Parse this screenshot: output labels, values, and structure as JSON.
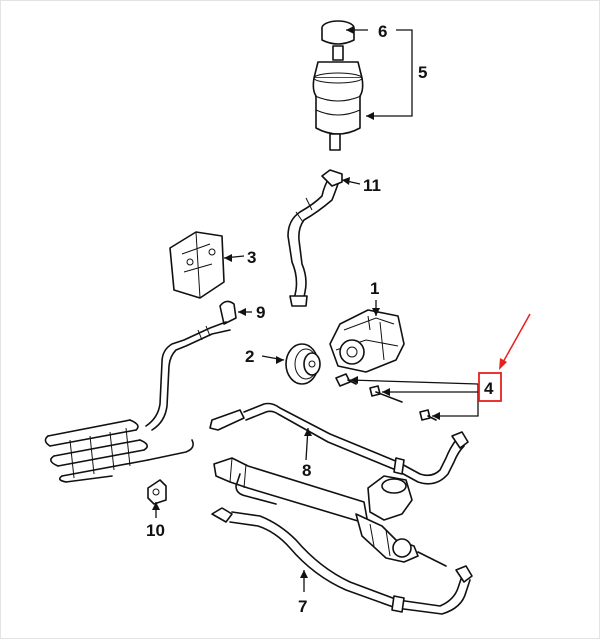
{
  "diagram": {
    "callouts": [
      {
        "id": "c1",
        "label": "1"
      },
      {
        "id": "c2",
        "label": "2"
      },
      {
        "id": "c3",
        "label": "3"
      },
      {
        "id": "c4",
        "label": "4"
      },
      {
        "id": "c5",
        "label": "5"
      },
      {
        "id": "c6",
        "label": "6"
      },
      {
        "id": "c7",
        "label": "7"
      },
      {
        "id": "c8",
        "label": "8"
      },
      {
        "id": "c9",
        "label": "9"
      },
      {
        "id": "c10",
        "label": "10"
      },
      {
        "id": "c11",
        "label": "11"
      }
    ],
    "highlight": {
      "target": "4",
      "color": "#e8201c"
    }
  }
}
